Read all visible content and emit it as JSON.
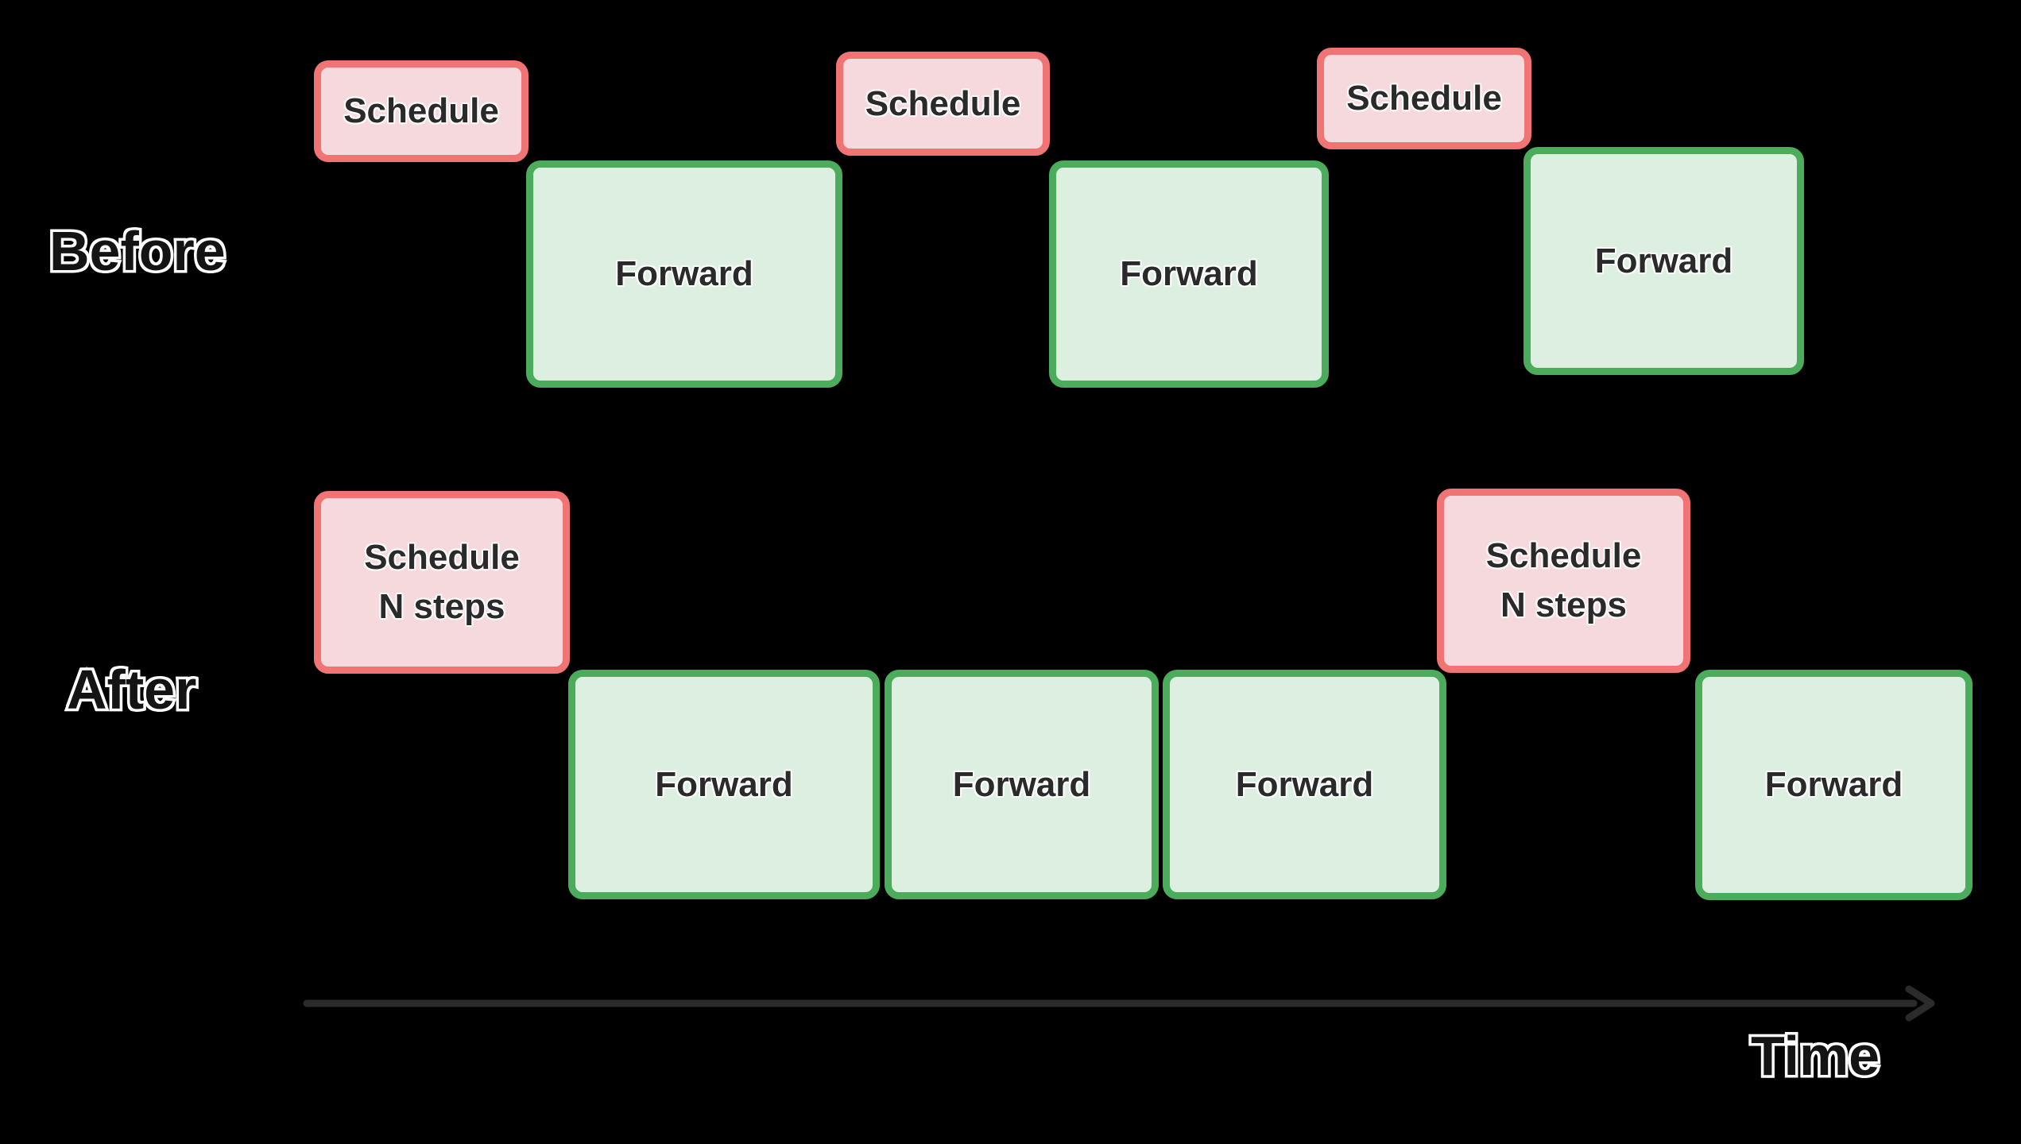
{
  "rows": {
    "before": {
      "label": "Before",
      "boxes": [
        {
          "type": "schedule",
          "label": "Schedule"
        },
        {
          "type": "forward",
          "label": "Forward"
        },
        {
          "type": "schedule",
          "label": "Schedule"
        },
        {
          "type": "forward",
          "label": "Forward"
        },
        {
          "type": "schedule",
          "label": "Schedule"
        },
        {
          "type": "forward",
          "label": "Forward"
        }
      ]
    },
    "after": {
      "label": "After",
      "boxes": [
        {
          "type": "schedule",
          "line1": "Schedule",
          "line2": "N steps"
        },
        {
          "type": "forward",
          "label": "Forward"
        },
        {
          "type": "forward",
          "label": "Forward"
        },
        {
          "type": "forward",
          "label": "Forward"
        },
        {
          "type": "schedule",
          "line1": "Schedule",
          "line2": "N steps"
        },
        {
          "type": "forward",
          "label": "Forward"
        }
      ]
    }
  },
  "axis": {
    "label": "Time"
  },
  "colors": {
    "background": "#000000",
    "schedule_fill": "#F5D9DC",
    "schedule_border": "#F17474",
    "forward_fill": "#DCEFE0",
    "forward_border": "#4BAC5C",
    "box_text": "#2A2A2A",
    "label_text": "#141414",
    "label_outline": "#FFFFFF",
    "arrow": "#2B2B2B"
  }
}
